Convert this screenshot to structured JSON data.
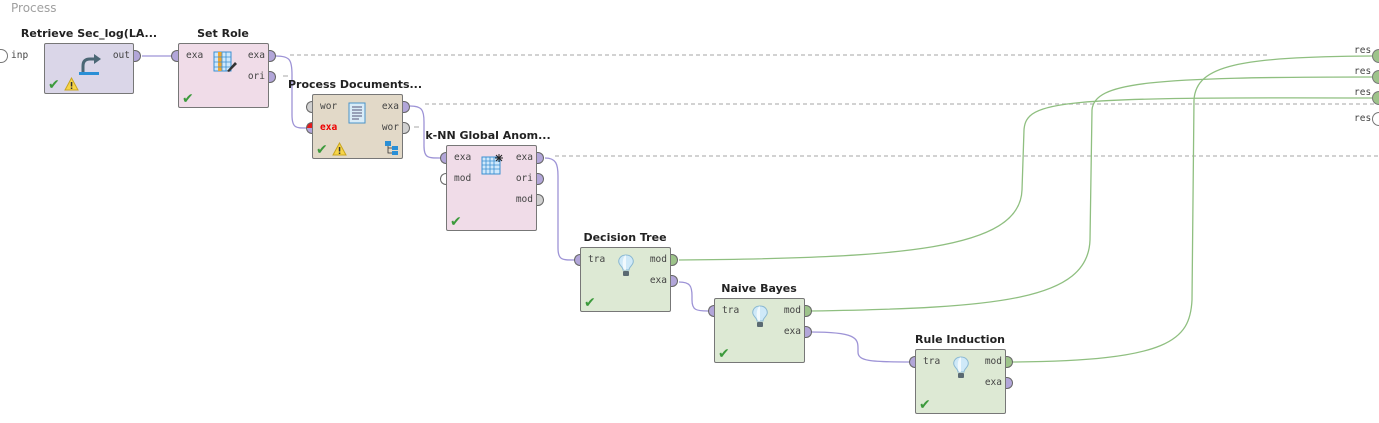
{
  "process": {
    "title": "Process",
    "input_port_label": "inp",
    "result_ports": [
      {
        "label": "res",
        "connected": true
      },
      {
        "label": "res",
        "connected": true
      },
      {
        "label": "res",
        "connected": true
      },
      {
        "label": "res",
        "connected": false
      }
    ]
  },
  "operators": [
    {
      "id": "retrieve",
      "title": "Retrieve Sec_log(LA...",
      "icon": "retrieve-arrow-icon",
      "inputs": [],
      "outputs": [
        {
          "label": "out"
        }
      ],
      "status": [
        "ok",
        "warning"
      ]
    },
    {
      "id": "set-role",
      "title": "Set Role",
      "icon": "table-edit-icon",
      "inputs": [
        {
          "label": "exa"
        }
      ],
      "outputs": [
        {
          "label": "exa"
        },
        {
          "label": "ori"
        }
      ],
      "status": [
        "ok"
      ]
    },
    {
      "id": "process-documents",
      "title": "Process Documents...",
      "icon": "document-icon",
      "inputs": [
        {
          "label": "wor"
        },
        {
          "label": "exa",
          "error": true
        }
      ],
      "outputs": [
        {
          "label": "exa"
        },
        {
          "label": "wor"
        }
      ],
      "status": [
        "ok",
        "warning"
      ],
      "subprocess": true
    },
    {
      "id": "knn",
      "title": "k-NN Global Anom...",
      "icon": "table-star-icon",
      "inputs": [
        {
          "label": "exa"
        },
        {
          "label": "mod"
        }
      ],
      "outputs": [
        {
          "label": "exa"
        },
        {
          "label": "ori"
        },
        {
          "label": "mod"
        }
      ],
      "status": [
        "ok"
      ]
    },
    {
      "id": "decision-tree",
      "title": "Decision Tree",
      "icon": "lightbulb-icon",
      "inputs": [
        {
          "label": "tra"
        }
      ],
      "outputs": [
        {
          "label": "mod"
        },
        {
          "label": "exa"
        }
      ],
      "status": [
        "ok"
      ]
    },
    {
      "id": "naive-bayes",
      "title": "Naive Bayes",
      "icon": "lightbulb-icon",
      "inputs": [
        {
          "label": "tra"
        }
      ],
      "outputs": [
        {
          "label": "mod"
        },
        {
          "label": "exa"
        }
      ],
      "status": [
        "ok"
      ]
    },
    {
      "id": "rule-induction",
      "title": "Rule Induction",
      "icon": "lightbulb-icon",
      "inputs": [
        {
          "label": "tra"
        }
      ],
      "outputs": [
        {
          "label": "mod"
        },
        {
          "label": "exa"
        }
      ],
      "status": [
        "ok"
      ]
    }
  ],
  "colors": {
    "example_connection": "#9d93d6",
    "model_connection": "#8fbf80",
    "unconnected_dashed": "#c0c0c0"
  }
}
